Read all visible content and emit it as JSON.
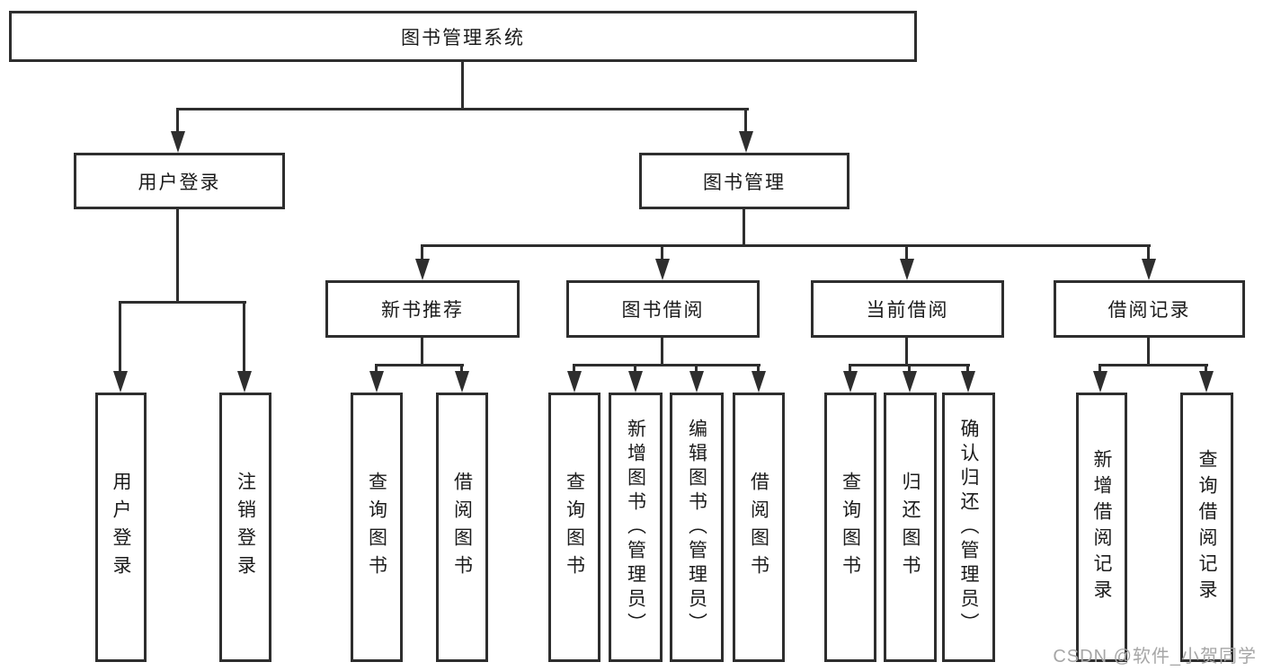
{
  "diagram": {
    "root": {
      "label": "图书管理系统"
    },
    "level2": [
      {
        "label": "用户登录"
      },
      {
        "label": "图书管理"
      }
    ],
    "level3": [
      {
        "label": "新书推荐"
      },
      {
        "label": "图书借阅"
      },
      {
        "label": "当前借阅"
      },
      {
        "label": "借阅记录"
      }
    ],
    "leaves": [
      {
        "label": "用户登录"
      },
      {
        "label": "注销登录"
      },
      {
        "label": "查询图书"
      },
      {
        "label": "借阅图书"
      },
      {
        "label": "查询图书"
      },
      {
        "label": "新增图书（管理员）"
      },
      {
        "label": "编辑图书（管理员）"
      },
      {
        "label": "借阅图书"
      },
      {
        "label": "查询图书"
      },
      {
        "label": "归还图书"
      },
      {
        "label": "确认归还（管理员）"
      },
      {
        "label": "新增借阅记录"
      },
      {
        "label": "查询借阅记录"
      }
    ]
  },
  "watermark": {
    "text": "CSDN @软件_小贺同学"
  },
  "colors": {
    "line": "#2e2e2e",
    "text": "#1b1b1b",
    "watermark": "#a6a6a6",
    "background": "#ffffff"
  }
}
